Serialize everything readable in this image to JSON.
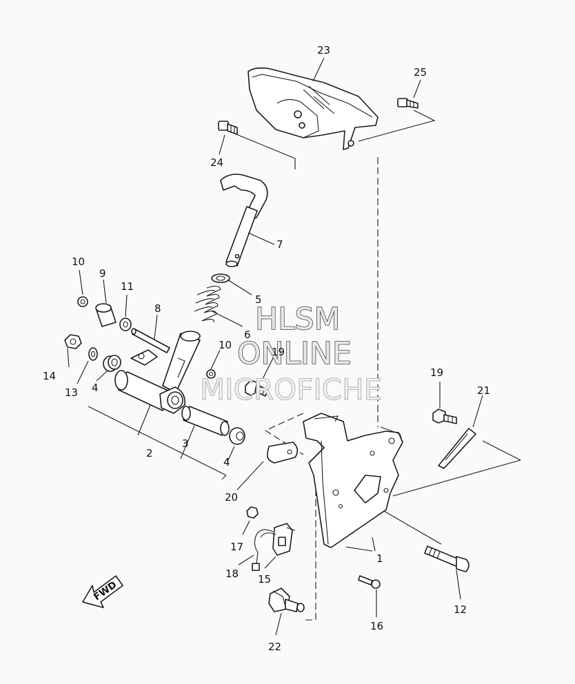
{
  "watermark": {
    "line1": "HLSM",
    "line2": "ONLINE",
    "line3": "MICROFICHE"
  },
  "direction_badge": "FWD",
  "callouts": {
    "c1": "1",
    "c2": "2",
    "c3": "3",
    "c4a": "4",
    "c4b": "4",
    "c5": "5",
    "c6": "6",
    "c7": "7",
    "c8": "8",
    "c9": "9",
    "c10a": "10",
    "c10b": "10",
    "c11": "11",
    "c12": "12",
    "c13": "13",
    "c14": "14",
    "c15": "15",
    "c16": "16",
    "c17": "17",
    "c18": "18",
    "c19a": "19",
    "c19b": "19",
    "c20": "20",
    "c21": "21",
    "c22": "22",
    "c23": "23",
    "c24": "24",
    "c25": "25"
  }
}
